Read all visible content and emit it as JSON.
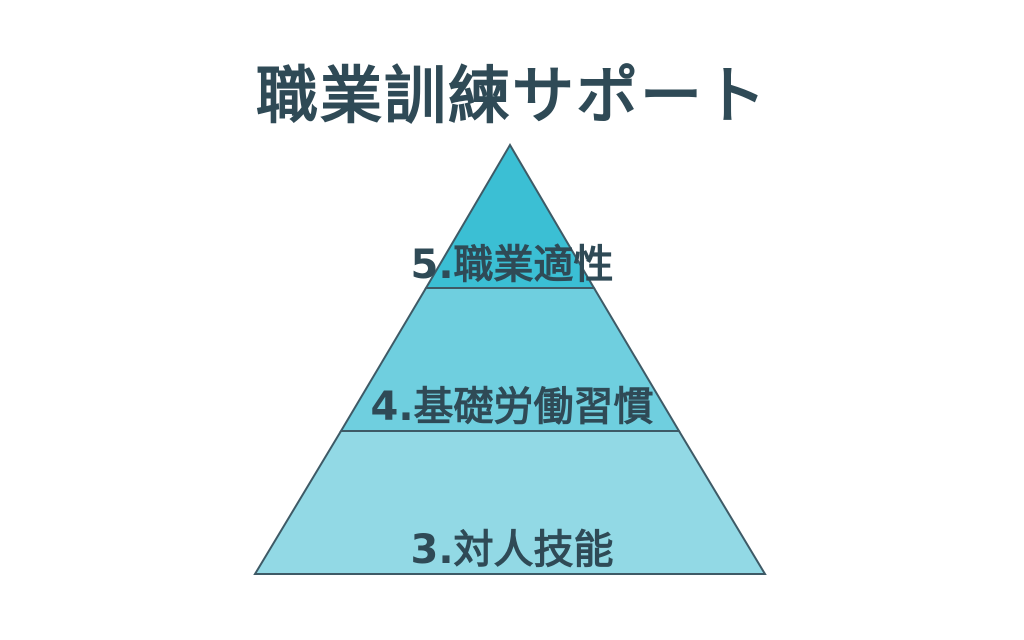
{
  "title": "職業訓練サポート",
  "colors": {
    "text": "#2f4a56",
    "outline": "#3e5a66",
    "tier_top": "#3bbfd4",
    "tier_middle": "#6fcfdf",
    "tier_bottom": "#92d9e5"
  },
  "tiers": [
    {
      "label": "5.職業適性"
    },
    {
      "label": "4.基礎労働習慣"
    },
    {
      "label": "3.対人技能"
    }
  ]
}
